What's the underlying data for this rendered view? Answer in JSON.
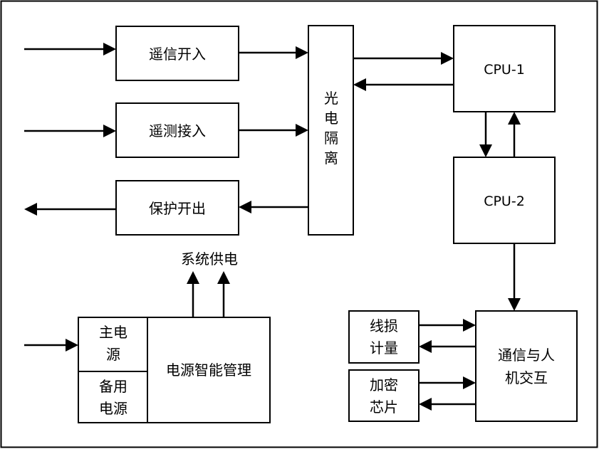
{
  "blocks": {
    "remote_signal_in": "遥信开入",
    "remote_measure_in": "遥测接入",
    "protect_out": "保护开出",
    "opto_isolation": [
      "光",
      "电",
      "隔",
      "离"
    ],
    "cpu1": "CPU-1",
    "cpu2": "CPU-2",
    "system_power": "系统供电",
    "main_power": [
      "主电",
      "源"
    ],
    "backup_power": [
      "备用",
      "电源"
    ],
    "power_management": "电源智能管理",
    "line_loss": [
      "线损",
      "计量"
    ],
    "encrypt_chip": [
      "加密",
      "芯片"
    ],
    "comm_hmi": [
      "通信与人",
      "机交互"
    ]
  },
  "colors": {
    "stroke": "#000000",
    "fill": "#ffffff"
  }
}
